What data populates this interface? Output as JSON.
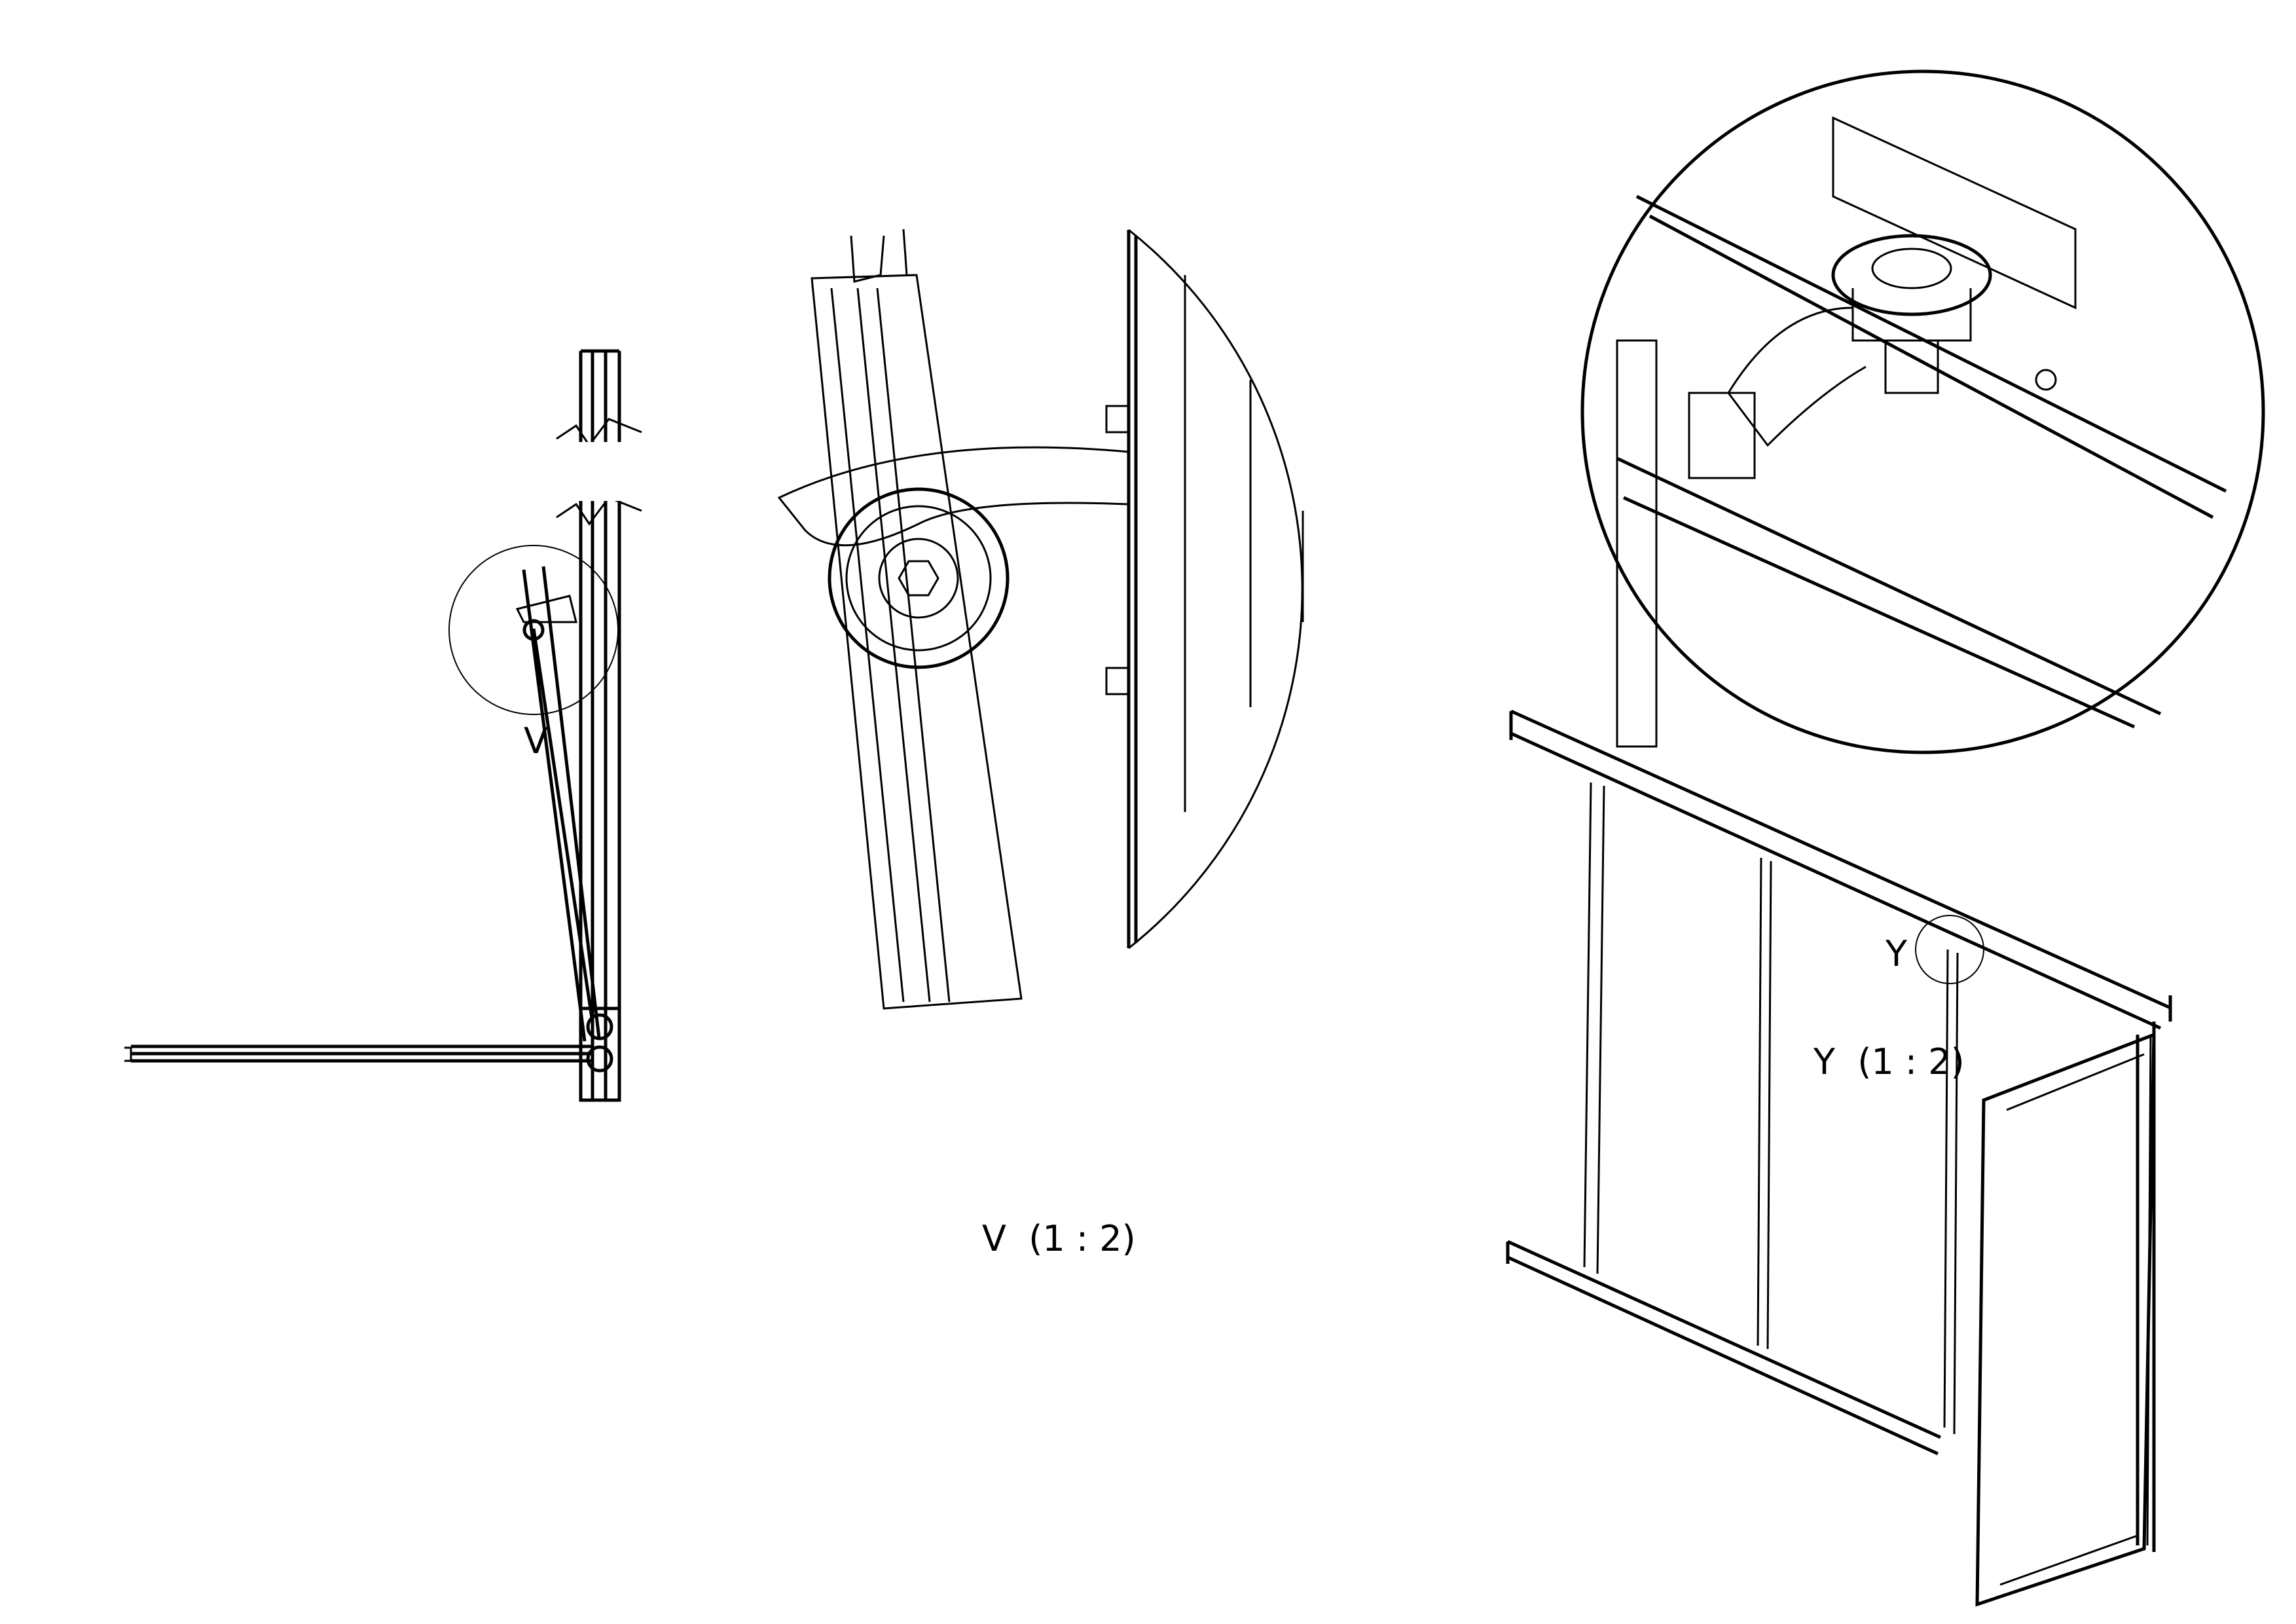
{
  "labels": {
    "callout_v": "V",
    "detail_v": "V  (1 : 2)",
    "callout_y": "Y",
    "detail_y": "Y  (1 : 2)"
  },
  "colors": {
    "line": "#000000",
    "background": "#ffffff"
  }
}
